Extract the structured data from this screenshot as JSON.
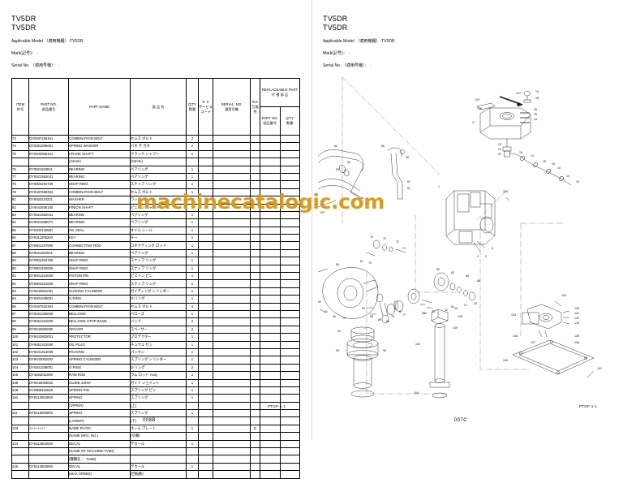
{
  "left_page": {
    "title_line1": "TV5DR",
    "title_line2": "TV5DR",
    "applicable_model": "Applicable Model （適用機種）:TV5DR",
    "mark": "Mark(記号)： -",
    "serial": "Serial No. （適用号機）： -",
    "page_number": "008B",
    "ptgf": "PTGF-1-1",
    "table": {
      "headers": {
        "item_en": "ITEM",
        "item_jp": "符号",
        "partno_en": "PART NO.",
        "partno_jp": "部品番号",
        "partname_en": "PART NAME",
        "partname_jp": "部  品  名",
        "qty_en": "Q'TY",
        "qty_jp": "数量",
        "sc_en": "S. C",
        "sc_jp": "サービス コード",
        "serial_en": "SERIAL. NO.",
        "serial_jp": "適用号機",
        "ica_en": "ICA",
        "ica_jp": "互換性",
        "rep_en": "REPLACEABLE PART",
        "rep_jp": "代 替 部 品",
        "rep_partno_en": "PART NO.",
        "rep_partno_jp": "部品番号",
        "rep_qty_en": "Q'TY",
        "rep_qty_jp": "数量"
      },
      "rows": [
        {
          "item": "73",
          "partno": "DY0187106161",
          "name": "COMBINATION BOLT",
          "jp": "セムス ボルト",
          "qty": "2",
          "ica": ""
        },
        {
          "item": "74",
          "partno": "DY0251206001",
          "name": "SPRING WASHER",
          "jp": "バネ ザ ガネ",
          "qty": "2",
          "ica": ""
        },
        {
          "item": "75",
          "partno": "DY9442505101",
          "name": "CRANK SHAFT",
          "jp": "クランク シャフト",
          "qty": "1",
          "ica": ""
        },
        {
          "item": "",
          "partno": "",
          "name": "(24mm)",
          "jp": "(24mm)",
          "qty": "",
          "ica": "",
          "sub": true
        },
        {
          "item": "76",
          "partno": "DY0521163041",
          "name": "BEARING",
          "jp": "ベアリング",
          "qty": "1",
          "ica": ""
        },
        {
          "item": "77",
          "partno": "DY0521562041",
          "name": "BEARING",
          "jp": "ベアリング",
          "qty": "1",
          "ica": ""
        },
        {
          "item": "78",
          "partno": "DY0804204700",
          "name": "SNAP RING",
          "jp": "スナップ リング",
          "qty": "1",
          "ica": ""
        },
        {
          "item": "79",
          "partno": "DY0187608203",
          "name": "COMBINATION BOLT",
          "jp": "セムス ボルト",
          "qty": "1",
          "ica": ""
        },
        {
          "item": "81",
          "partno": "DY0933110221",
          "name": "WASHER",
          "jp": "ワッシャー",
          "qty": "1",
          "ica": ""
        },
        {
          "item": "82",
          "partno": "DY9442506100",
          "name": "PINION SHAFT",
          "jp": "ピニオン シャフト",
          "qty": "1",
          "ica": ""
        },
        {
          "item": "83",
          "partno": "DY0521562041",
          "name": "BEARING",
          "jp": "ベアリング",
          "qty": "1",
          "ica": ""
        },
        {
          "item": "84",
          "partno": "DY0521569071",
          "name": "BEARING",
          "jp": "ベアリング",
          "qty": "1",
          "ica": ""
        },
        {
          "item": "85",
          "partno": "DY0402140581",
          "name": "OIL SEAL",
          "jp": "オイル シール",
          "qty": "1",
          "ica": ""
        },
        {
          "item": "86",
          "partno": "DY0311205200",
          "name": "KEY",
          "jp": "キー",
          "qty": "1",
          "ica": ""
        },
        {
          "item": "87",
          "partno": "DY9601237000",
          "name": "CONNECTING ROD",
          "jp": "コネクティング ロッド",
          "qty": "1",
          "ica": ""
        },
        {
          "item": "88",
          "partno": "DY0521162041",
          "name": "BEARING",
          "jp": "ベアリング",
          "qty": "1",
          "ica": ""
        },
        {
          "item": "89",
          "partno": "DY0804204700",
          "name": "SNAP RING",
          "jp": "スナップ リング",
          "qty": "1",
          "ica": ""
        },
        {
          "item": "90",
          "partno": "DY0804102000",
          "name": "SNAP RING",
          "jp": "スナップ リング",
          "qty": "1",
          "ica": ""
        },
        {
          "item": "91",
          "partno": "DY9601214000",
          "name": "PISTON PIN",
          "jp": "ピストン ピン",
          "qty": "1",
          "ica": ""
        },
        {
          "item": "92",
          "partno": "DY0804101600",
          "name": "SNAP RING",
          "jp": "スナップ リング",
          "qty": "1",
          "ica": ""
        },
        {
          "item": "93",
          "partno": "DY9442801001",
          "name": "GUIDING CYLINDER",
          "jp": "ガイディング シリンダー",
          "qty": "1",
          "ica": ""
        },
        {
          "item": "94",
          "partno": "DY0401209001",
          "name": "O RING",
          "jp": "O-リング",
          "qty": "1",
          "ica": ""
        },
        {
          "item": "95",
          "partno": "DY0187610303",
          "name": "COMBINATION BOLT",
          "jp": "セムス ボルト",
          "qty": "4",
          "ica": ""
        },
        {
          "item": "97",
          "partno": "DY9451320000",
          "name": "BELLOWS",
          "jp": "ベローズ",
          "qty": "1",
          "ica": ""
        },
        {
          "item": "98",
          "partno": "DY9451321000",
          "name": "BELLOWS STOP BAND",
          "jp": "バンド",
          "qty": "2",
          "ica": ""
        },
        {
          "item": "99",
          "partno": "DY9442802000",
          "name": "SPACER",
          "jp": "スペーサー",
          "qty": "2",
          "ica": ""
        },
        {
          "item": "100",
          "partno": "DY9442803001",
          "name": "PROTECTOR",
          "jp": "プロテクター",
          "qty": "1",
          "ica": ""
        },
        {
          "item": "101",
          "partno": "DY9451312000",
          "name": "OIL PLUG",
          "jp": "チュウユ セン",
          "qty": "1",
          "ica": ""
        },
        {
          "item": "102",
          "partno": "DY9441313000",
          "name": "PACKING",
          "jp": "パッキン",
          "qty": "1",
          "ica": ""
        },
        {
          "item": "103",
          "partno": "DY9443001002",
          "name": "SPRING CYLINDER",
          "jp": "スプリング シリンダー",
          "qty": "1",
          "ica": ""
        },
        {
          "item": "104",
          "partno": "DY0401208001",
          "name": "O RING",
          "jp": "O-リング",
          "qty": "2",
          "ica": ""
        },
        {
          "item": "105",
          "partno": "DY4263011000",
          "name": "RAM ROD",
          "jp": "ラム ロッド Assy",
          "qty": "1",
          "ica": ""
        },
        {
          "item": "108",
          "partno": "DY9443003002",
          "name": "GUIDE JOINT",
          "jp": "ガイド ジョイント",
          "qty": "1",
          "ica": ""
        },
        {
          "item": "109",
          "partno": "DY0808116045",
          "name": "SPRING PIN",
          "jp": "スプリング ピン",
          "qty": "1",
          "ica": ""
        },
        {
          "item": "110",
          "partno": "DY8113004000",
          "name": "SPRING",
          "jp": "スプリング",
          "qty": "1",
          "ica": ""
        },
        {
          "item": "",
          "partno": "",
          "name": "(UPPER)",
          "jp": "(上)",
          "qty": "",
          "ica": "",
          "sub": true
        },
        {
          "item": "111",
          "partno": "DY8113006000",
          "name": "SPRING",
          "jp": "スプリング",
          "qty": "1",
          "ica": ""
        },
        {
          "item": "",
          "partno": "",
          "name": "(LOWER)",
          "jp": "(下)",
          "qty": "",
          "ica": "",
          "sub": true
        },
        {
          "item": "123",
          "partno": "++++++++",
          "name": "NAME PLATE",
          "jp": "ネーム プレート",
          "qty": "1",
          "ica": "D"
        },
        {
          "item": "",
          "partno": "",
          "name": "(NAME MFG. NO.)",
          "jp": "(号機)",
          "qty": "",
          "ica": "",
          "sub": true
        },
        {
          "item": "124",
          "partno": "DY8113502000",
          "name": "DECAL",
          "jp": "デカール",
          "qty": "1",
          "ica": ""
        },
        {
          "item": "",
          "partno": "",
          "name": "(NAME OF MACHINE:TV5D)",
          "jp": "",
          "qty": "",
          "ica": "",
          "sub": true
        },
        {
          "item": "",
          "partno": "",
          "name": "(種種名 ： TV5D)",
          "jp": "",
          "qty": "",
          "ica": "",
          "sub": true
        },
        {
          "item": "125",
          "partno": "DY8113503000",
          "name": "DECAL",
          "jp": "デカール",
          "qty": "1",
          "ica": ""
        },
        {
          "item": "",
          "partno": "",
          "name": "(MAX SPEED)",
          "jp": "(回転数)",
          "qty": "",
          "ica": "",
          "sub": true
        }
      ]
    }
  },
  "right_page": {
    "title_line1": "TV5DR",
    "title_line2": "TV5DR",
    "applicable_model": "Applicable Model （適用機種）:TV5DR",
    "mark": "Mark(記号)： -",
    "serial": "Serial No. （適用号機）： -",
    "page_number": "007C",
    "ptgf": "PTGF-1-1",
    "diagram_caption": "Exploded parts diagram - rammer assembly"
  },
  "watermark": {
    "text": "machinecatalogic.com",
    "color": "#d79b20"
  }
}
